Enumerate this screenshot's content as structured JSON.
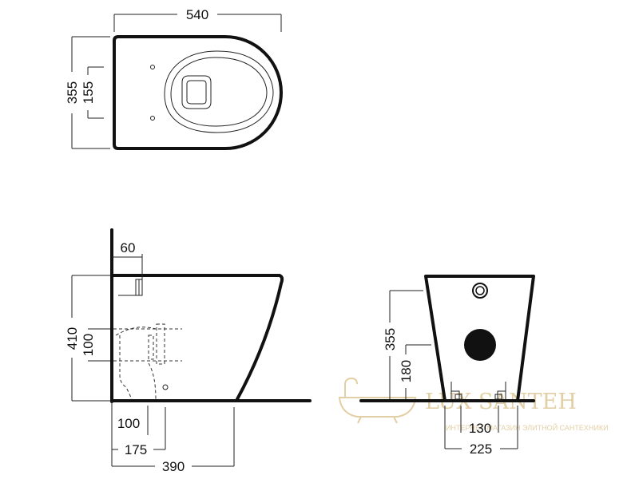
{
  "top_view": {
    "width_label": "540",
    "depth_label": "355",
    "hole_spacing_label": "155"
  },
  "side_view": {
    "pipe_offset_label": "60",
    "height_label": "410",
    "inlet_height_label": "100",
    "outlet_100_label": "100",
    "outlet_175_label": "175",
    "depth_label": "390"
  },
  "front_view": {
    "height_label": "355",
    "outlet_height_label": "180",
    "fixing_spacing_label": "130",
    "base_width_label": "225"
  },
  "watermark": {
    "brand": "LUX SANTEH",
    "tagline": "ИНТЕРНЕТ-МАГАЗИН ЭЛИТНОЙ САНТЕХНИКИ"
  },
  "colors": {
    "line": "#111111",
    "watermark": "#e3cfa6"
  }
}
